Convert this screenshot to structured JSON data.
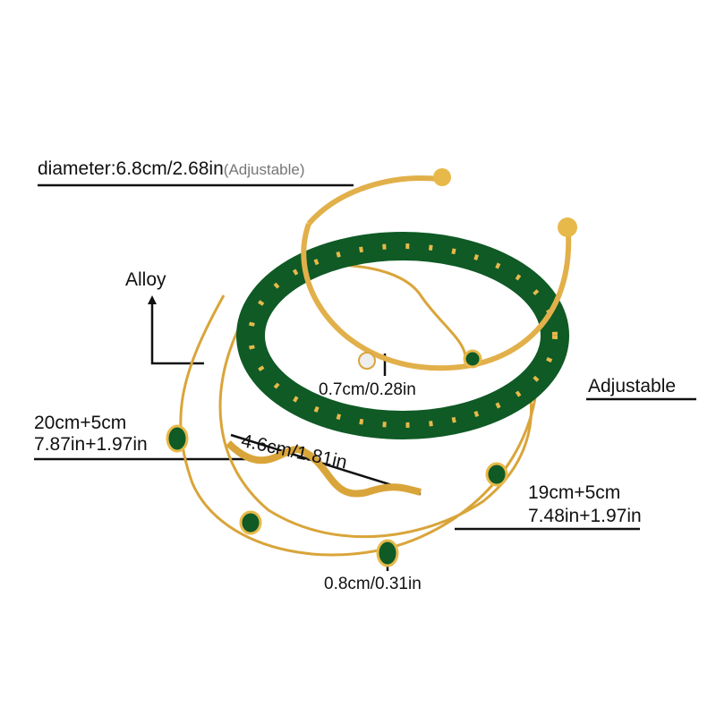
{
  "annotations": {
    "diameter": "diameter:6.8cm/2.68in",
    "diameter_note": "(Adjustable)",
    "material": "Alloy",
    "stone_size": "0.7cm/0.28in",
    "adjustable": "Adjustable",
    "length1_cm": "20cm+5cm",
    "length1_in": "7.87in+1.97in",
    "charm_length": "4.6cm/1.81in",
    "length2_cm": "19cm+5cm",
    "length2_in": "7.48in+1.97in",
    "gem_size": "0.8cm/0.31in"
  },
  "colors": {
    "gold": "#e7b94a",
    "emerald": "#0f5a25",
    "line": "#111111"
  }
}
